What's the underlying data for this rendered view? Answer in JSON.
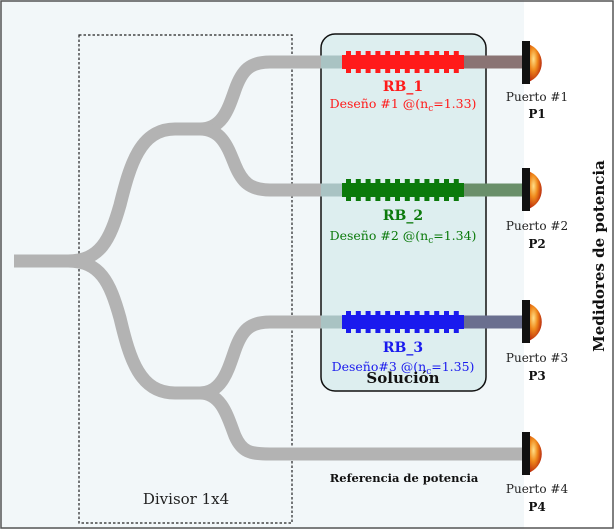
{
  "splitter_label": "Divisor 1x4",
  "solution_label": "Solución",
  "side_title": "Medidores de potencia",
  "reference_label": "Referencia de potencia",
  "colors": {
    "waveguide": "#b3b3b3",
    "rb1": "#ff1a1a",
    "rb2": "#0b7a0b",
    "rb3": "#1a1aee",
    "solution_fill": "#d6ebeb",
    "background": "#f2f7f9"
  },
  "gratings": [
    {
      "name": "RB_1",
      "design_prefix": "Deseño #1 @(n",
      "design_sub": "c",
      "design_suffix": "=1.33)"
    },
    {
      "name": "RB_2",
      "design_prefix": "Deseño #2 @(n",
      "design_sub": "c",
      "design_suffix": "=1.34)"
    },
    {
      "name": "RB_3",
      "design_prefix": "Deseño#3 @(n",
      "design_sub": "c",
      "design_suffix": "=1.35)"
    }
  ],
  "ports": [
    {
      "label": "Puerto #1",
      "id": "P1"
    },
    {
      "label": "Puerto #2",
      "id": "P2"
    },
    {
      "label": "Puerto #3",
      "id": "P3"
    },
    {
      "label": "Puerto #4",
      "id": "P4"
    }
  ]
}
